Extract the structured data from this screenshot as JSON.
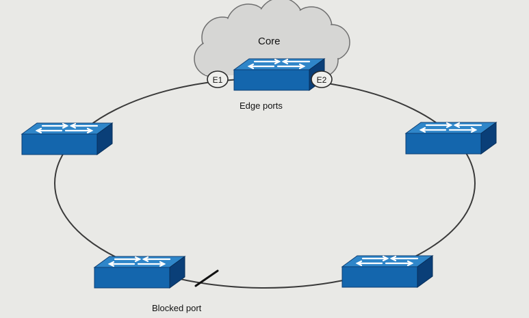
{
  "labels": {
    "core": "Core",
    "edge_ports": "Edge ports",
    "blocked_port": "Blocked port",
    "e1": "E1",
    "e2": "E2"
  },
  "nodes": [
    {
      "id": "core-switch",
      "icon": "network-switch-icon"
    },
    {
      "id": "left-switch",
      "icon": "network-switch-icon"
    },
    {
      "id": "right-switch",
      "icon": "network-switch-icon"
    },
    {
      "id": "bottom-left-switch",
      "icon": "network-switch-icon"
    },
    {
      "id": "bottom-right-switch",
      "icon": "network-switch-icon"
    }
  ],
  "colors": {
    "background": "#e9e9e6",
    "switch_top": "#2f86c9",
    "switch_front": "#1466ad",
    "switch_side": "#0a3f78",
    "ring": "#3a3a3a",
    "cloud": "#d6d6d4"
  }
}
